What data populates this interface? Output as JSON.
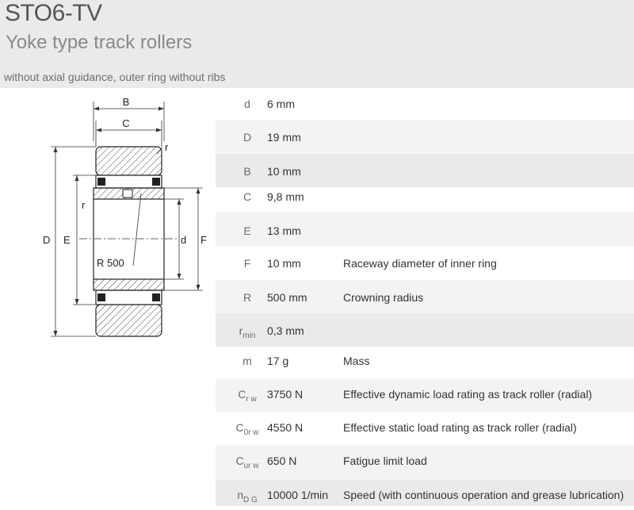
{
  "header": {
    "title": "STO6-TV",
    "subtitle": "Yoke type track rollers",
    "description": "without axial guidance, outer ring without ribs"
  },
  "drawing": {
    "labels": {
      "B": "B",
      "C": "C",
      "r_top": "r",
      "r_left": "r",
      "D": "D",
      "E": "E",
      "d": "d",
      "F": "F",
      "R": "R 500"
    }
  },
  "specs": [
    {
      "symbol": "d",
      "sub": "",
      "value": "6  mm",
      "description": ""
    },
    {
      "symbol": "D",
      "sub": "",
      "value": "19  mm",
      "description": ""
    },
    {
      "symbol": "B",
      "sub": "",
      "value": "10  mm",
      "description": ""
    },
    {
      "symbol": "C",
      "sub": "",
      "value": "9,8  mm",
      "description": ""
    },
    {
      "symbol": "E",
      "sub": "",
      "value": "13  mm",
      "description": ""
    },
    {
      "symbol": "F",
      "sub": "",
      "value": "10  mm",
      "description": "Raceway diameter of inner ring"
    },
    {
      "symbol": "R",
      "sub": "",
      "value": "500  mm",
      "description": "Crowning radius"
    },
    {
      "symbol": "r",
      "sub": "min",
      "value": "0,3  mm",
      "description": ""
    },
    {
      "symbol": "m",
      "sub": "",
      "value": "17  g",
      "description": "Mass"
    },
    {
      "symbol": "C",
      "sub": "r w",
      "value": "3750  N",
      "description": "Effective dynamic load rating as track roller (radial)"
    },
    {
      "symbol": "C",
      "sub": "0r w",
      "value": "4550  N",
      "description": "Effective static load rating as track roller (radial)"
    },
    {
      "symbol": "C",
      "sub": "ur w",
      "value": "650  N",
      "description": "Fatigue limit load"
    },
    {
      "symbol": "n",
      "sub": "D G",
      "value": "10000  1/min",
      "description": "Speed (with continuous operation and grease lubrication)"
    }
  ]
}
